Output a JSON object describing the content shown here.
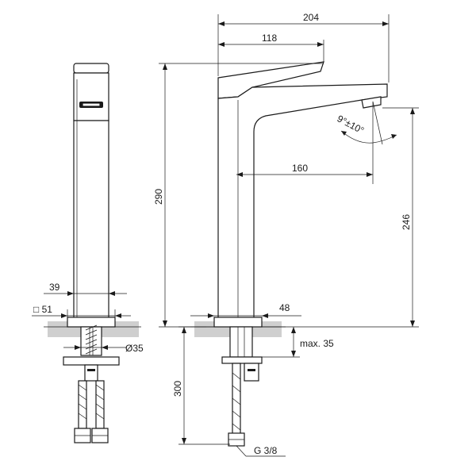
{
  "drawing": {
    "dimensions": {
      "overall_reach": "204",
      "lever_length": "118",
      "spout_projection": "160",
      "overall_height": "290",
      "outlet_height": "246",
      "body_width": "39",
      "base_square": "□ 51",
      "base_width": "48",
      "shank_diameter": "Ø35",
      "max_deck_thickness": "max. 35",
      "hose_length": "300",
      "connection_thread": "G 3/8",
      "spout_angle": "9°±10°"
    }
  }
}
